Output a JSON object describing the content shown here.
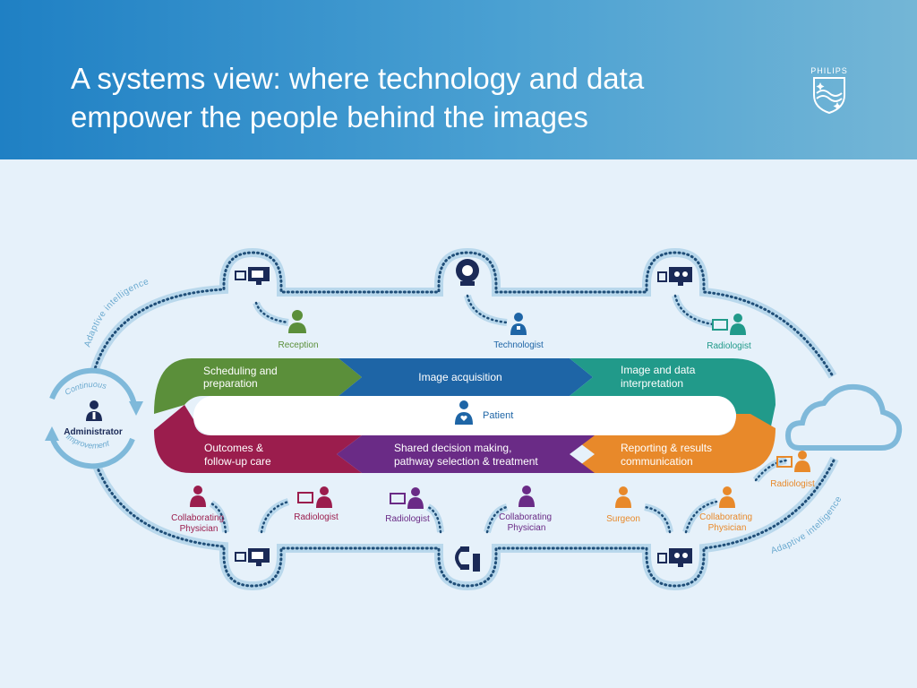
{
  "header": {
    "title_line_1": "A systems view: where technology and data",
    "title_line_2": "empower the people behind the images",
    "logo_text": "PHILIPS"
  },
  "colors": {
    "header_start": "#1f80c4",
    "header_end": "#74b6d6",
    "background": "#e6f1fa",
    "loop_line": "#7fb9da",
    "loop_dots": "#1f4e78",
    "green": "#5b8f3a",
    "blue": "#1e65a6",
    "teal": "#219a8a",
    "orange": "#e8892a",
    "purple": "#6a2b86",
    "crimson": "#9b1d4d",
    "navy": "#1b2a57",
    "cloud": "#7fb9da"
  },
  "cycle": {
    "scheduling": [
      "Scheduling and",
      "preparation"
    ],
    "acquisition": "Image acquisition",
    "interpretation": [
      "Image and data",
      "interpretation"
    ],
    "reporting": [
      "Reporting & results",
      "communication"
    ],
    "shared_decision": [
      "Shared decision making,",
      "pathway selection & treatment"
    ],
    "outcomes": [
      "Outcomes &",
      "follow-up care"
    ],
    "center": "Patient"
  },
  "roles": {
    "reception": "Reception",
    "technologist": "Technologist",
    "radiologist_top": "Radiologist",
    "radiologist_right": "Radiologist",
    "administrator": "Administrator",
    "collab_left": [
      "Collaborating",
      "Physician"
    ],
    "radiologist_bottom_1": "Radiologist",
    "radiologist_bottom_2": "Radiologist",
    "collab_middle": [
      "Collaborating",
      "Physician"
    ],
    "surgeon": "Surgeon",
    "collab_right": [
      "Collaborating",
      "Physician"
    ]
  },
  "arcs": {
    "adaptive_left": "Adaptive intelligence",
    "adaptive_right": "Adaptive intelligence",
    "continuous": "Continuous",
    "improvement": "Improvement"
  },
  "icons": {
    "top_left": "workstation-icon",
    "top_middle": "mri-scanner-icon",
    "top_right": "image-viewer-icon",
    "bottom_left": "workstation-icon",
    "bottom_middle": "c-arm-icon",
    "bottom_right": "image-viewer-icon",
    "cloud": "cloud-icon"
  }
}
